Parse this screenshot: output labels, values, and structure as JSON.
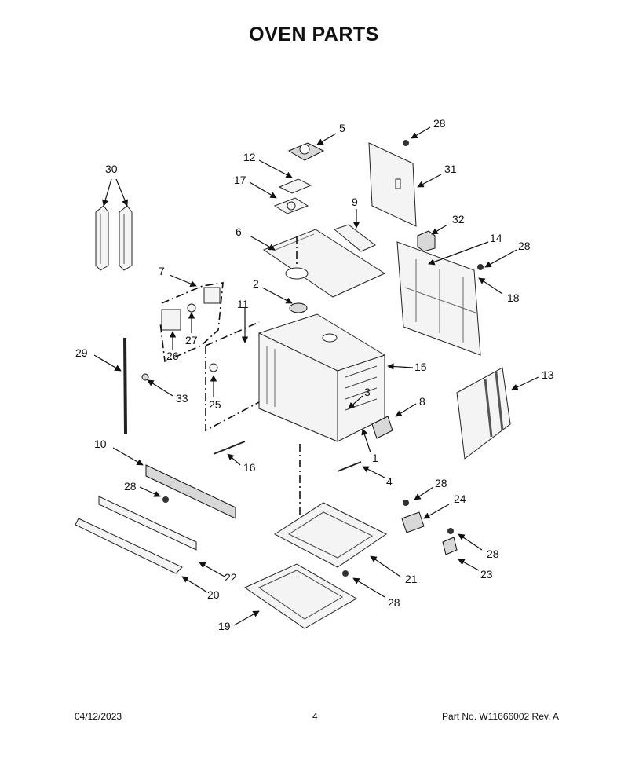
{
  "title": "OVEN PARTS",
  "footer": {
    "date": "04/12/2023",
    "page": "4",
    "part_number": "Part No.  W11666002  Rev.  A"
  },
  "callouts": [
    "1",
    "2",
    "3",
    "4",
    "5",
    "6",
    "7",
    "8",
    "9",
    "10",
    "11",
    "12",
    "13",
    "14",
    "15",
    "16",
    "17",
    "18",
    "19",
    "20",
    "21",
    "22",
    "23",
    "24",
    "25",
    "26",
    "27",
    "28",
    "28",
    "28",
    "28",
    "28",
    "28",
    "29",
    "30",
    "31",
    "32",
    "33"
  ]
}
